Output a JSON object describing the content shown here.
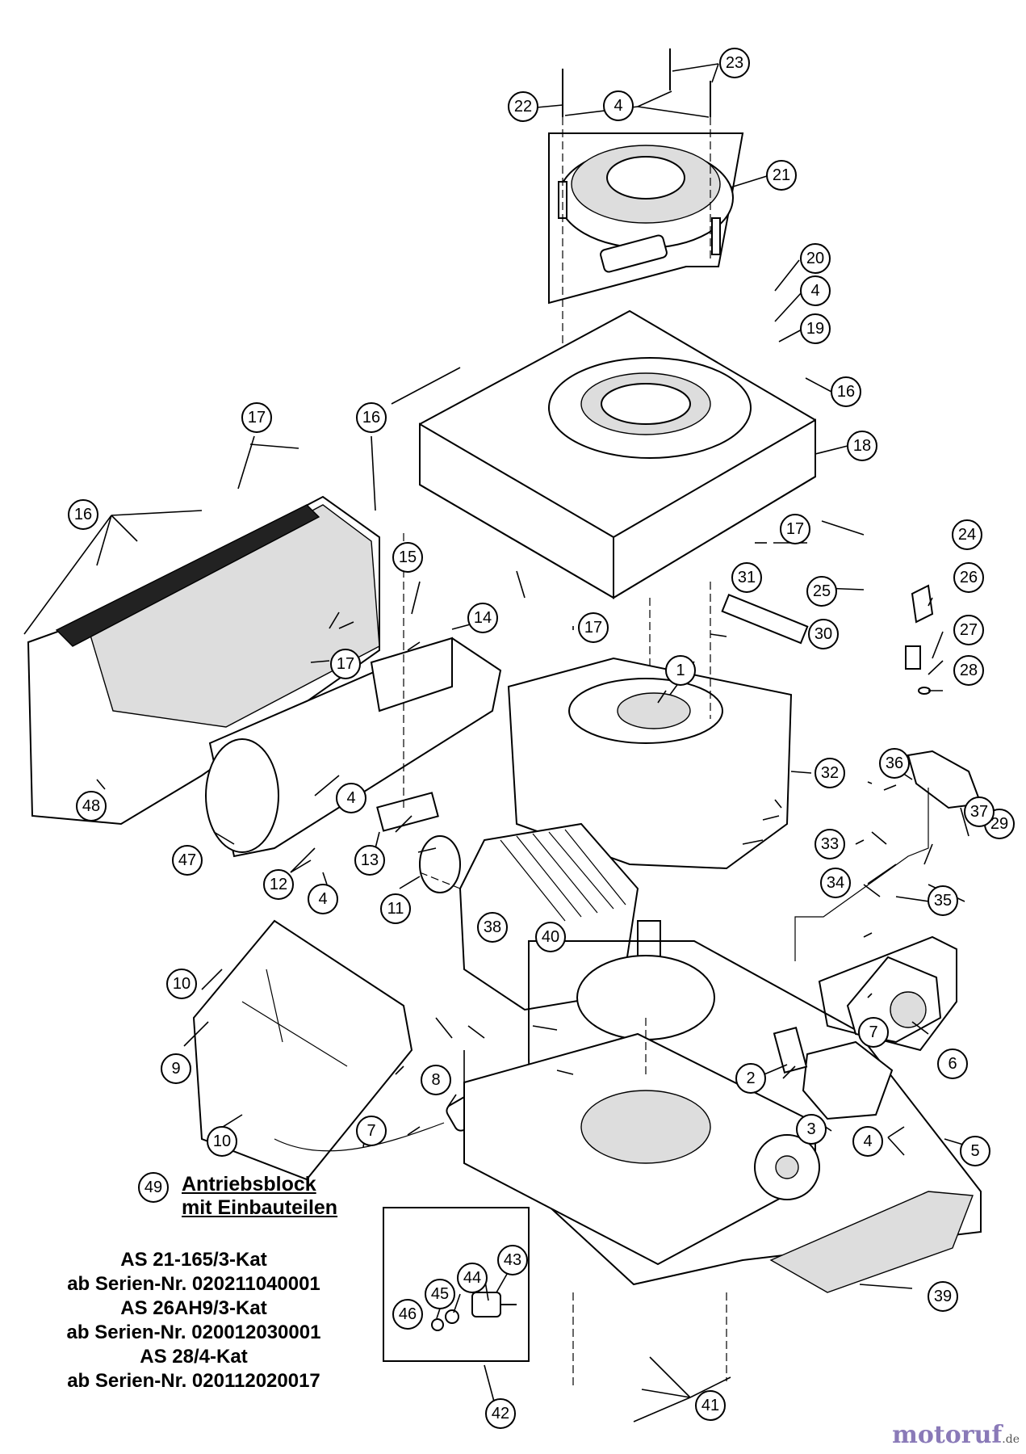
{
  "callouts": [
    {
      "num": "1"
    },
    {
      "num": "2"
    },
    {
      "num": "3"
    },
    {
      "num": "4"
    },
    {
      "num": "4"
    },
    {
      "num": "4"
    },
    {
      "num": "4"
    },
    {
      "num": "4"
    },
    {
      "num": "5"
    },
    {
      "num": "6"
    },
    {
      "num": "7"
    },
    {
      "num": "7"
    },
    {
      "num": "8"
    },
    {
      "num": "9"
    },
    {
      "num": "10"
    },
    {
      "num": "10"
    },
    {
      "num": "11"
    },
    {
      "num": "12"
    },
    {
      "num": "13"
    },
    {
      "num": "14"
    },
    {
      "num": "15"
    },
    {
      "num": "16"
    },
    {
      "num": "16"
    },
    {
      "num": "16"
    },
    {
      "num": "17"
    },
    {
      "num": "17"
    },
    {
      "num": "17"
    },
    {
      "num": "17"
    },
    {
      "num": "18"
    },
    {
      "num": "19"
    },
    {
      "num": "20"
    },
    {
      "num": "21"
    },
    {
      "num": "22"
    },
    {
      "num": "23"
    },
    {
      "num": "24"
    },
    {
      "num": "25"
    },
    {
      "num": "26"
    },
    {
      "num": "27"
    },
    {
      "num": "28"
    },
    {
      "num": "29"
    },
    {
      "num": "30"
    },
    {
      "num": "31"
    },
    {
      "num": "32"
    },
    {
      "num": "33"
    },
    {
      "num": "34"
    },
    {
      "num": "35"
    },
    {
      "num": "36"
    },
    {
      "num": "37"
    },
    {
      "num": "38"
    },
    {
      "num": "39"
    },
    {
      "num": "40"
    },
    {
      "num": "41"
    },
    {
      "num": "42"
    },
    {
      "num": "43"
    },
    {
      "num": "44"
    },
    {
      "num": "45"
    },
    {
      "num": "46"
    },
    {
      "num": "47"
    },
    {
      "num": "48"
    },
    {
      "num": "49"
    }
  ],
  "assembly": {
    "number": "49",
    "title_line1": "Antriebsblock",
    "title_line2": "mit Einbauteilen"
  },
  "models": [
    "AS 21-165/3-Kat",
    "ab Serien-Nr. 020211040001",
    "AS 26AH9/3-Kat",
    "ab Serien-Nr. 020012030001",
    "AS 28/4-Kat",
    "ab Serien-Nr. 020112020017"
  ],
  "watermark": {
    "brand": "motoruf",
    "tld": ".de"
  }
}
